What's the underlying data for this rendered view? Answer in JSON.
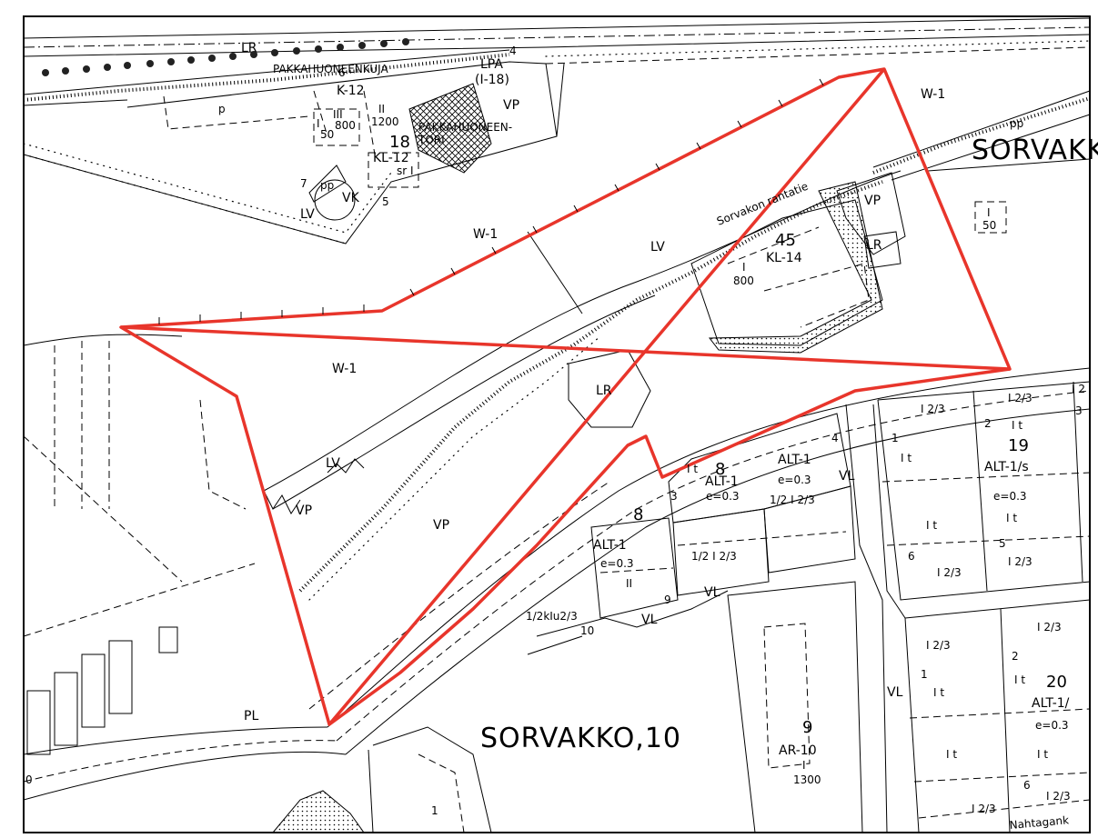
{
  "map": {
    "area_labels": {
      "lr_top": "LR",
      "street_top": "PAKKAHUONEENKUJA",
      "lpa": "LPA",
      "lpa_sub": "(I-18)",
      "k12": "K-12",
      "p": "p",
      "iii": "III",
      "ii": "II",
      "n800": "800",
      "n1200": "1200",
      "n50_left": "50",
      "i_left": "I",
      "block18": "18",
      "kl12": "KL-12",
      "pakk_tori": "PAKKAHUONEEN-",
      "tori": "TORI",
      "vp_top": "VP",
      "sr_i": "sr I",
      "n7": "7",
      "n5_top": "5",
      "n4_top": "4",
      "n6_top": "6",
      "vk": "VK",
      "pp_left": "pp",
      "lv_top": "LV",
      "w1_top_right": "W-1",
      "pp_right": "pp",
      "sorvakko_top": "SORVAKKO",
      "road_name": "Sorvakon rantatie",
      "vp_right": "VP",
      "block45": "45",
      "kl14": "KL-14",
      "i_45": "I",
      "n800_45": "800",
      "lr_45": "LR",
      "i_box": "I",
      "n50_box": "50",
      "w1_center": "W-1",
      "lv_mid": "LV",
      "w1_left": "W-1",
      "lr_mid": "LR",
      "lv_lower": "LV",
      "vp_lower_left": "VP",
      "vp_lower": "VP",
      "pl": "PL",
      "sorvakko_main": "SORVAKKO,10",
      "n0_left": "0",
      "n1_bottom": "1"
    },
    "plot_labels": {
      "block8_a": "8",
      "alt1_a": "ALT-1",
      "e03_a": "e=0.3",
      "n3": "3",
      "i_t_a": "I t",
      "alt1_b": "ALT-1",
      "e03_b": "e=0.3",
      "frac_b": "1/2 I 2/3",
      "n4_b": "4",
      "block8_c": "8",
      "alt1_c": "ALT-1",
      "e03_c": "e=0.3",
      "ii_c": "II",
      "n9": "9",
      "frac_d": "1/2 I 2/3",
      "vl_d": "VL",
      "frac_e": "1/2kIu2/3",
      "n10": "10",
      "vl_e": "VL",
      "block9": "9",
      "ar10": "AR-10",
      "i_9": "I",
      "n1300": "1300",
      "vl_mid": "VL",
      "vl_lower": "VL"
    },
    "block19": {
      "n": "19",
      "code": "ALT-1/s",
      "e": "e=0.3",
      "f1": "I 2/3",
      "f2": "I 2/3",
      "f3": "I 2",
      "it1": "I t",
      "it2": "I t",
      "it3": "I t",
      "it4": "I t",
      "f4": "I 2/3",
      "f5": "I 2/3",
      "n1": "1",
      "n2": "2",
      "n3": "3",
      "n5": "5",
      "n6": "6"
    },
    "block20": {
      "n": "20",
      "code": "ALT-1/",
      "e": "e=0.3",
      "f1": "I 2/3",
      "f2": "I 2/3",
      "it1": "I t",
      "it2": "I t",
      "it3": "I t",
      "it4": "I t",
      "f3": "I 2/3",
      "f4": "I 2/3",
      "n1": "1",
      "n2": "2",
      "n6": "6"
    },
    "street_bottom_right": "Nahtagank",
    "colors": {
      "boundary": "#e8352b",
      "ink": "#000000",
      "paper": "#ffffff"
    }
  }
}
